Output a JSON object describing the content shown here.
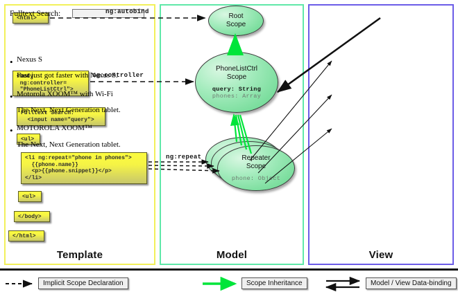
{
  "columns": {
    "template": {
      "label": "Template",
      "accent": "#f2f05a"
    },
    "model": {
      "label": "Model",
      "accent": "#5fe8a8"
    },
    "view": {
      "label": "View",
      "accent": "#6b5ce7"
    }
  },
  "template": {
    "boxes": [
      {
        "name": "html-open",
        "code": "<html>"
      },
      {
        "name": "body-controller",
        "code": "<body\n ng:controller=\n \"PhoneListCtrl\">"
      },
      {
        "name": "fulltext-search-markup",
        "code": "Fulltext Search:\n  <input name=\"query\">"
      },
      {
        "name": "ul-open",
        "code": "<ul>"
      },
      {
        "name": "li-repeat",
        "code": "<li ng:repeat=\"phone in phones\">\n  {{phone.name}}\n  <p>{{phone.snippet}}</p>\n</li>"
      },
      {
        "name": "ul-close",
        "code": "<ul>"
      },
      {
        "name": "body-close",
        "code": "</body>"
      },
      {
        "name": "html-close",
        "code": "</html>"
      }
    ]
  },
  "model": {
    "scopes": [
      {
        "name": "root-scope",
        "title_line1": "Root",
        "title_line2": "Scope",
        "props": []
      },
      {
        "name": "phonelistctrl-scope",
        "title_line1": "PhoneListCtrl",
        "title_line2": "Scope",
        "props": [
          {
            "text": "query: String",
            "emphasis": "bold"
          },
          {
            "text": "phones: Array",
            "emphasis": "gray"
          }
        ]
      },
      {
        "name": "repeater-scope",
        "title_line1": "Repeater",
        "title_line2": "Scope",
        "props": [
          {
            "text": "phone: Object",
            "emphasis": "gray"
          }
        ]
      }
    ]
  },
  "view": {
    "search_label": "Fulltext Search:",
    "search_value": "",
    "search_placeholder": "",
    "phones": [
      {
        "name": "Nexus S",
        "snippet": "Fast just got faster with Nexus S."
      },
      {
        "name": "Motorola XOOM™  with Wi-Fi",
        "snippet": "The Next, Next Generation tablet."
      },
      {
        "name": "MOTOROLA XOOM™",
        "snippet": "The Next, Next Generation tablet."
      }
    ],
    "bullet_glyph": "•"
  },
  "connectors": {
    "autobind": "ng:autobind",
    "controller": "ng:controller",
    "repeat": "ng:repeat"
  },
  "legend": {
    "items": [
      {
        "name": "implicit-scope-declaration",
        "label": "Implicit Scope Declaration",
        "style": "dashed-black"
      },
      {
        "name": "scope-inheritance",
        "label": "Scope Inheritance",
        "style": "solid-green"
      },
      {
        "name": "model-view-data-binding",
        "label": "Model / View Data-binding",
        "style": "double-black"
      }
    ]
  },
  "colors": {
    "dashed_arrow": "#111111",
    "inheritance_green": "#00e53a",
    "binding_black": "#111111",
    "scope_fill": "#79dd9c",
    "code_fill": "#f6f445"
  }
}
